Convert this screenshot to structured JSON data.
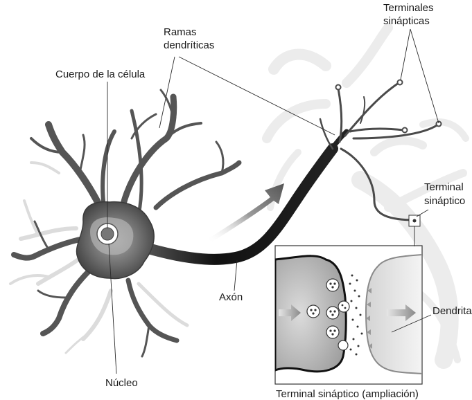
{
  "labels": {
    "cell_body": "Cuerpo de la célula",
    "dendrite_branches_l1": "Ramas",
    "dendrite_branches_l2": "dendríticas",
    "synaptic_terminals_l1": "Terminales",
    "synaptic_terminals_l2": "sinápticas",
    "synaptic_terminal_l1": "Terminal",
    "synaptic_terminal_l2": "sináptico",
    "axon": "Axón",
    "nucleus": "Núcleo",
    "dendrite": "Dendrita",
    "inset_caption": "Terminal sináptico (ampliación)"
  }
}
